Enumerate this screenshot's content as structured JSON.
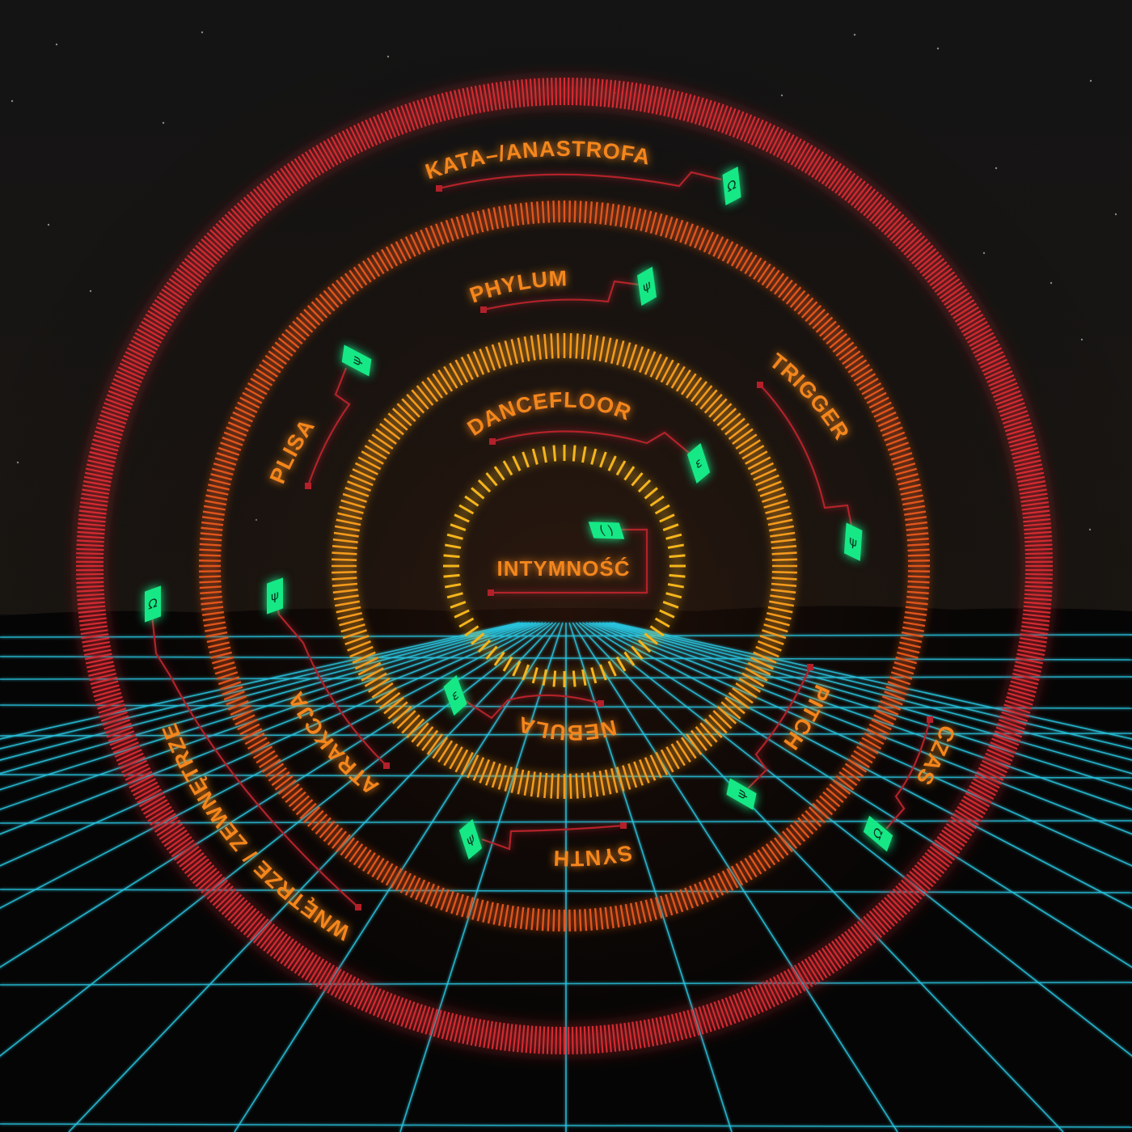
{
  "colors": {
    "ring_outer": "#d42a30",
    "ring_second": "#e0541a",
    "ring_third": "#f39a1c",
    "ring_inner": "#f6b51c",
    "connector": "#b3202a",
    "marker": "#19e886",
    "label_orange": "#f4861f",
    "grid": "#29c7e2",
    "sky": "#121212"
  },
  "center": {
    "label": "INTYMNOŚĆ",
    "marker_glyph": "( )"
  },
  "rings": [
    {
      "id": "inner",
      "labels": []
    },
    {
      "id": "third",
      "labels": [
        {
          "text": "DANCEFLOOR",
          "glyph": "ε"
        },
        {
          "text": "NEBULA",
          "glyph": "ε"
        }
      ]
    },
    {
      "id": "second",
      "labels": [
        {
          "text": "PHYLUM",
          "glyph": "ψ"
        },
        {
          "text": "TRIGGER",
          "glyph": "ψ"
        },
        {
          "text": "PITCH",
          "glyph": "ψ"
        },
        {
          "text": "SYNTH",
          "glyph": "ψ"
        },
        {
          "text": "ATRAKCJA",
          "glyph": "ψ"
        },
        {
          "text": "PLISA",
          "glyph": "ψ"
        }
      ]
    },
    {
      "id": "outer",
      "labels": [
        {
          "text": "KATA–/ANASTROFA",
          "glyph": "Ω"
        },
        {
          "text": "CZAS",
          "glyph": "Ω"
        },
        {
          "text": "WNĘTRZE / ZEWNĘTRZE",
          "glyph": "Ω"
        }
      ]
    }
  ]
}
